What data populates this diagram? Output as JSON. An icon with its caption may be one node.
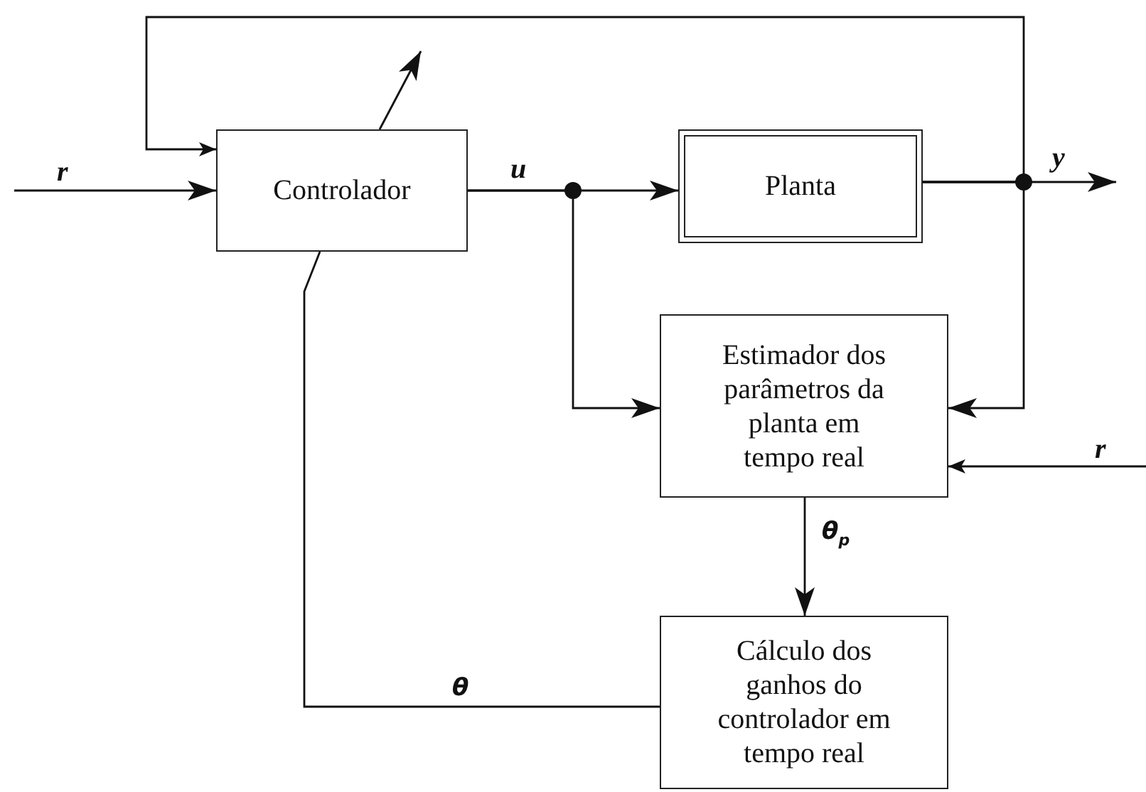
{
  "diagram": {
    "nodes": [
      {
        "text": [
          "Controlador"
        ]
      },
      {
        "text": [
          "Planta"
        ]
      },
      {
        "text": [
          "Estimador dos parâmetros da planta em tempo real"
        ]
      },
      {
        "text": [
          "Cálculo dos ganhos do controlador em tempo real"
        ]
      }
    ],
    "edges": [
      {
        "from": null,
        "to": 0,
        "arrow": "to",
        "label": "r"
      },
      {
        "from": 1,
        "to": 0,
        "arrow": "to"
      },
      {
        "from": 0,
        "to": 1,
        "arrow": "to",
        "label": "u"
      },
      {
        "from": 0,
        "to": 2,
        "arrow": "to"
      },
      {
        "from": 1,
        "to": 2,
        "arrow": "to"
      },
      {
        "from": 1,
        "to": null,
        "arrow": "to",
        "label": "y"
      },
      {
        "from": null,
        "to": 2,
        "arrow": "to",
        "label": "r"
      },
      {
        "from": 2,
        "to": 3,
        "arrow": "to",
        "label": "θ$_{p}$"
      },
      {
        "from": 3,
        "to": 0,
        "arrow": "none",
        "label": "θ"
      }
    ]
  }
}
